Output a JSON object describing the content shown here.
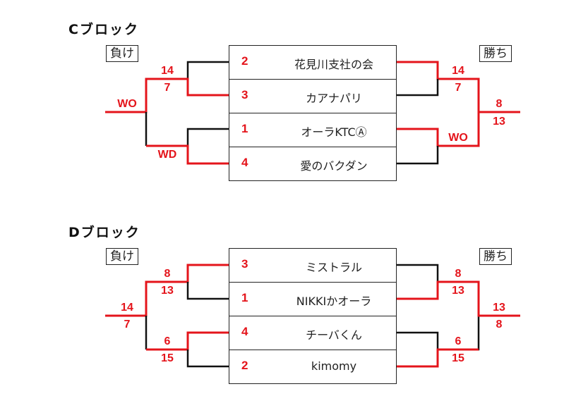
{
  "colors": {
    "win": "#e4141b",
    "lose": "#111111"
  },
  "blocks": [
    {
      "title": "Cブロック",
      "loser_label": "負け",
      "winner_label": "勝ち",
      "teams": [
        {
          "seed": "2",
          "name": "花見川支社の会"
        },
        {
          "seed": "3",
          "name": "カアナパリ"
        },
        {
          "seed": "1",
          "name": "オーラKTCⒶ"
        },
        {
          "seed": "4",
          "name": "愛のバクダン"
        }
      ],
      "loser_side": {
        "semi_top": {
          "upper": "14",
          "lower": "7"
        },
        "semi_bottom": {
          "upper": "",
          "lower": "WD"
        },
        "final": {
          "upper": "WO",
          "lower": ""
        }
      },
      "winner_side": {
        "semi_top": {
          "upper": "14",
          "lower": "7"
        },
        "semi_bottom": {
          "upper": "WO",
          "lower": ""
        },
        "final": {
          "upper": "8",
          "lower": "13"
        }
      }
    },
    {
      "title": "Dブロック",
      "loser_label": "負け",
      "winner_label": "勝ち",
      "teams": [
        {
          "seed": "3",
          "name": "ミストラル"
        },
        {
          "seed": "1",
          "name": "NIKKIかオーラ"
        },
        {
          "seed": "4",
          "name": "チーバくん"
        },
        {
          "seed": "2",
          "name": "kimomy"
        }
      ],
      "loser_side": {
        "semi_top": {
          "upper": "8",
          "lower": "13"
        },
        "semi_bottom": {
          "upper": "6",
          "lower": "15"
        },
        "final": {
          "upper": "14",
          "lower": "7"
        }
      },
      "winner_side": {
        "semi_top": {
          "upper": "8",
          "lower": "13"
        },
        "semi_bottom": {
          "upper": "6",
          "lower": "15"
        },
        "final": {
          "upper": "13",
          "lower": "8"
        }
      }
    }
  ]
}
